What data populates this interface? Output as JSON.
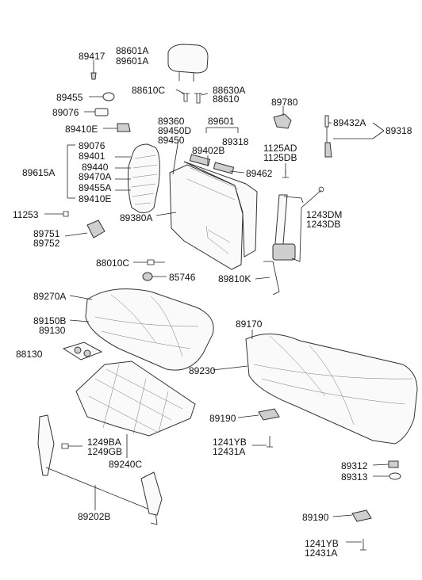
{
  "labels": {
    "p88601A": "88601A",
    "p89601A": "89601A",
    "p89417": "89417",
    "p89455": "89455",
    "p88610C": "88610C",
    "p88630A": "88630A",
    "p88610": "88610",
    "p89076a": "89076",
    "p89780": "89780",
    "p89360": "89360",
    "p89450D": "89450D",
    "p89450": "89450",
    "p89601": "89601",
    "p89318a": "89318",
    "p89432A": "89432A",
    "p89318b": "89318",
    "p89410Ea": "89410E",
    "p1125AD": "1125AD",
    "p1125DB": "1125DB",
    "p89076b": "89076",
    "p89401": "89401",
    "p89440": "89440",
    "p89470A": "89470A",
    "p89455A": "89455A",
    "p89410Eb": "89410E",
    "p89615A": "89615A",
    "p89402B": "89402B",
    "p89462": "89462",
    "p11253": "11253",
    "p89380A": "89380A",
    "p1243DM": "1243DM",
    "p1243DB": "1243DB",
    "p89751": "89751",
    "p89752": "89752",
    "p88010C": "88010C",
    "p85746": "85746",
    "p89810K": "89810K",
    "p89270A": "89270A",
    "p89150B": "89150B",
    "p89130": "89130",
    "p89170": "89170",
    "p88130": "88130",
    "p89230": "89230",
    "p89190a": "89190",
    "p1249BA": "1249BA",
    "p1249GB": "1249GB",
    "p89240C": "89240C",
    "p1241YBa": "1241YB",
    "p12431Aa": "12431A",
    "p89312": "89312",
    "p89313": "89313",
    "p89202B": "89202B",
    "p89190b": "89190",
    "p1241YBb": "1241YB",
    "p12431Ab": "12431A"
  }
}
